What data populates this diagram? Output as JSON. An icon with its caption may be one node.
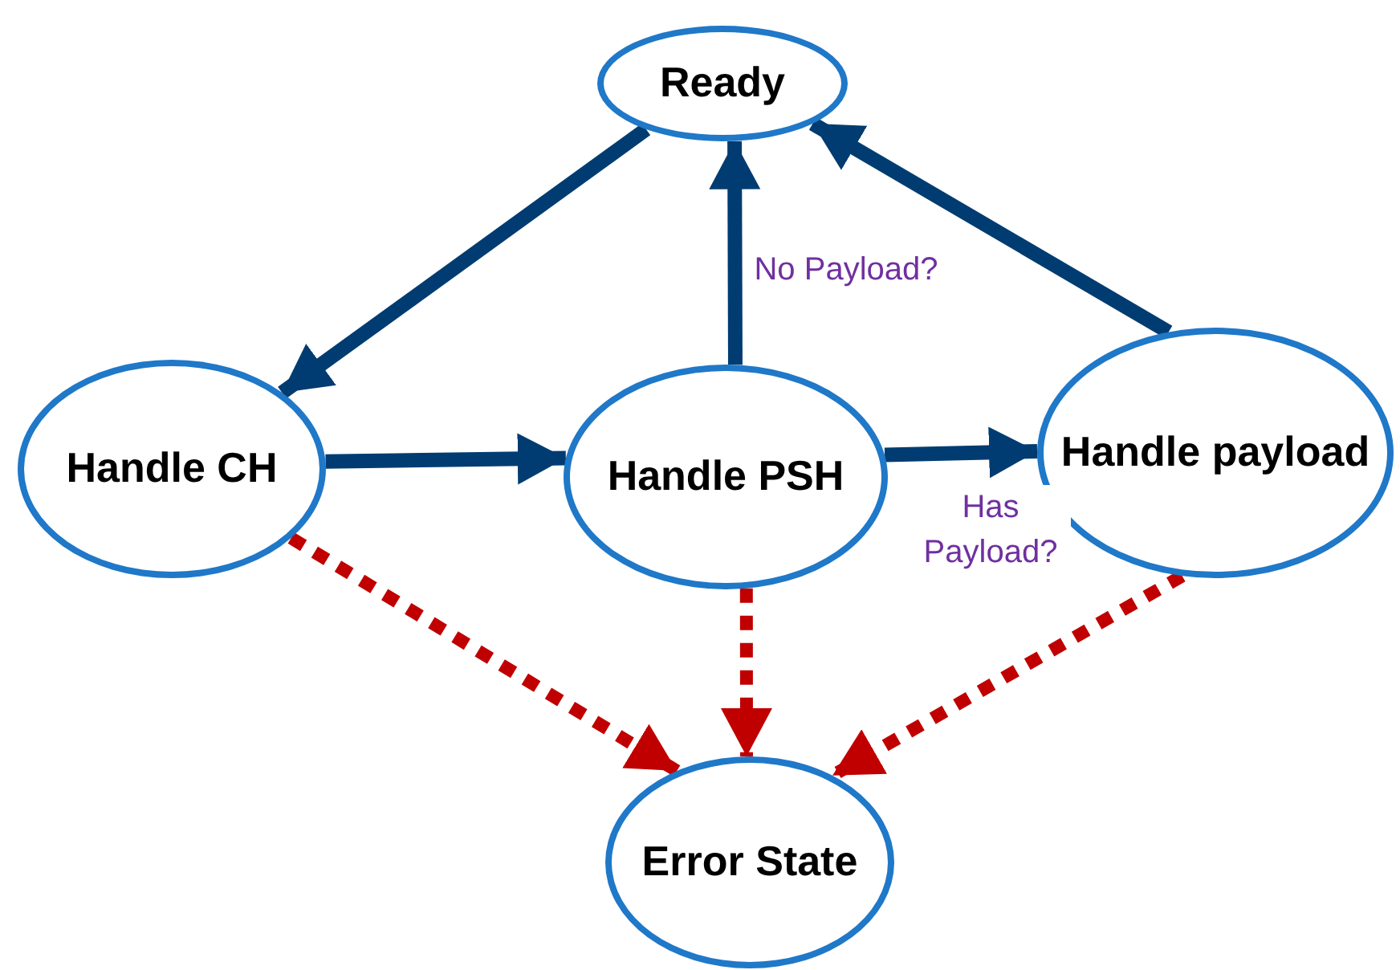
{
  "diagram": {
    "nodes": [
      {
        "text": [
          "Ready"
        ]
      },
      {
        "text": [
          "Handle CH"
        ]
      },
      {
        "text": [
          "Handle PSH"
        ]
      },
      {
        "text": [
          "Handle payload"
        ]
      },
      {
        "text": [
          "Error State"
        ]
      }
    ],
    "edges": [
      {
        "from": 0,
        "to": 1,
        "arrow": "to"
      },
      {
        "from": 1,
        "to": 2,
        "arrow": "to"
      },
      {
        "from": 2,
        "to": 0,
        "arrow": "to",
        "label": "No Payload?"
      },
      {
        "from": 2,
        "to": 3,
        "arrow": "to",
        "label": "Has Payload?"
      },
      {
        "from": 3,
        "to": 0,
        "arrow": "to"
      },
      {
        "from": 1,
        "to": 4,
        "arrow": "to",
        "style": "dashed",
        "color": "#c00000"
      },
      {
        "from": 2,
        "to": 4,
        "arrow": "to",
        "style": "dashed",
        "color": "#c00000"
      },
      {
        "from": 3,
        "to": 4,
        "arrow": "to",
        "style": "dashed",
        "color": "#c00000"
      }
    ]
  }
}
